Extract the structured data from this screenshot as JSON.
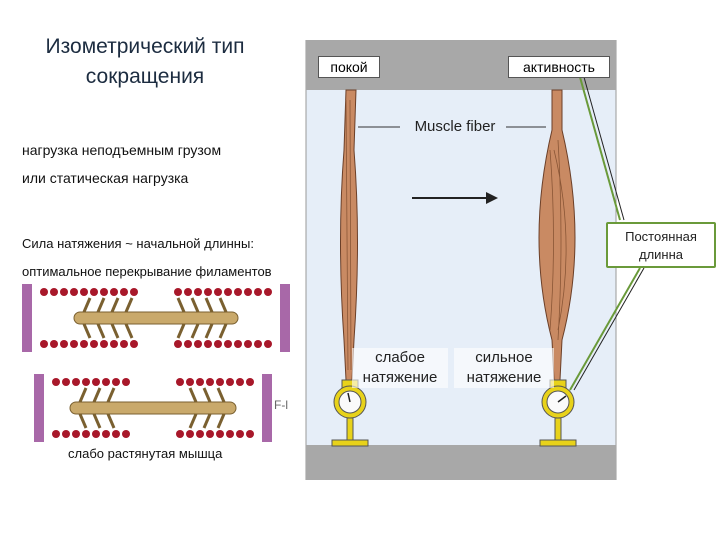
{
  "title": {
    "line1": "Изометрический тип",
    "line2": "сокращения"
  },
  "texts": {
    "load1": "нагрузка неподъемным грузом",
    "load2": "или статическая нагрузка",
    "tension": "Сила натяжения ~ начальной длинны:",
    "overlap": "оптимальное перекрывание филаментов",
    "stretched": "слабо растянутая мышца"
  },
  "figure": {
    "rest": "покой",
    "activity": "активность",
    "fiber": "Muscle fiber",
    "constant_line1": "Постоянная",
    "constant_line2": "длинна",
    "weak_line1": "слабое",
    "weak_line2": "натяжение",
    "strong_line1": "сильное",
    "strong_line2": "натяжение",
    "force_label": "F-l"
  },
  "colors": {
    "title": "#1c2c40",
    "panel_bg": "#e6eef8",
    "plate": "#aaaaaa",
    "muscle": "#c98a63",
    "gauge": "#e8d21a",
    "actin": "#a8182a",
    "myosin": "#c9a96b",
    "zdisc": "#a868a8",
    "frame_green": "#6a9a3a"
  }
}
